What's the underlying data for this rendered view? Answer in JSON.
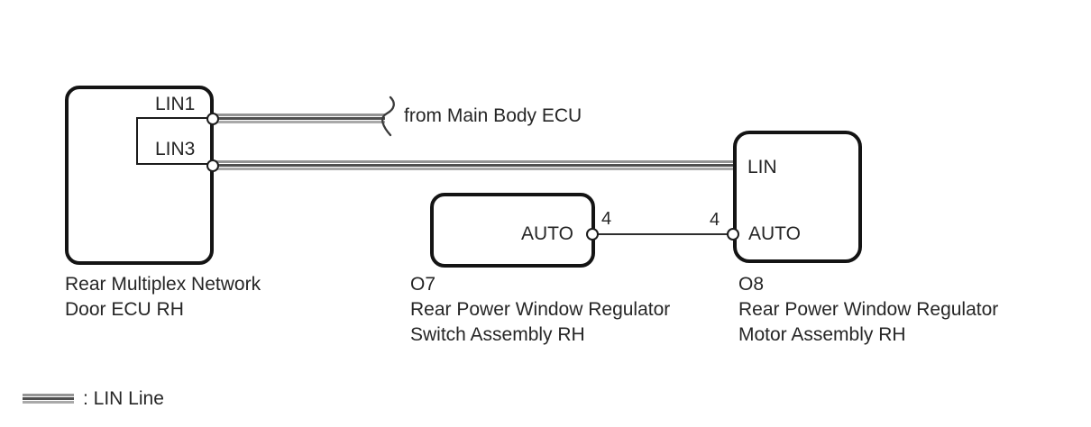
{
  "components": {
    "door_ecu": {
      "name_line1": "Rear Multiplex Network",
      "name_line2": "Door ECU RH",
      "pin_lin1": "LIN1",
      "pin_lin3": "LIN3"
    },
    "window_switch": {
      "code": "O7",
      "name_line1": "Rear Power Window Regulator",
      "name_line2": "Switch Assembly RH",
      "pin_auto": "AUTO"
    },
    "window_motor": {
      "code": "O8",
      "name_line1": "Rear Power Window Regulator",
      "name_line2": "Motor Assembly RH",
      "pin_lin": "LIN",
      "pin_auto": "AUTO"
    }
  },
  "wires": {
    "lin1_note": "from Main Body ECU",
    "auto_terminal_left": "4",
    "auto_terminal_right": "4"
  },
  "legend": {
    "lin_line_label": ": LIN Line"
  },
  "colors": {
    "background": "#ffffff",
    "box_border": "#141414",
    "text": "#262626",
    "lin_stripe_outer": "#949494",
    "lin_stripe_mid": "#4f4f4f",
    "lin_stripe_bottom": "#a9a9a9",
    "plain_wire": "#2e2e2e"
  }
}
